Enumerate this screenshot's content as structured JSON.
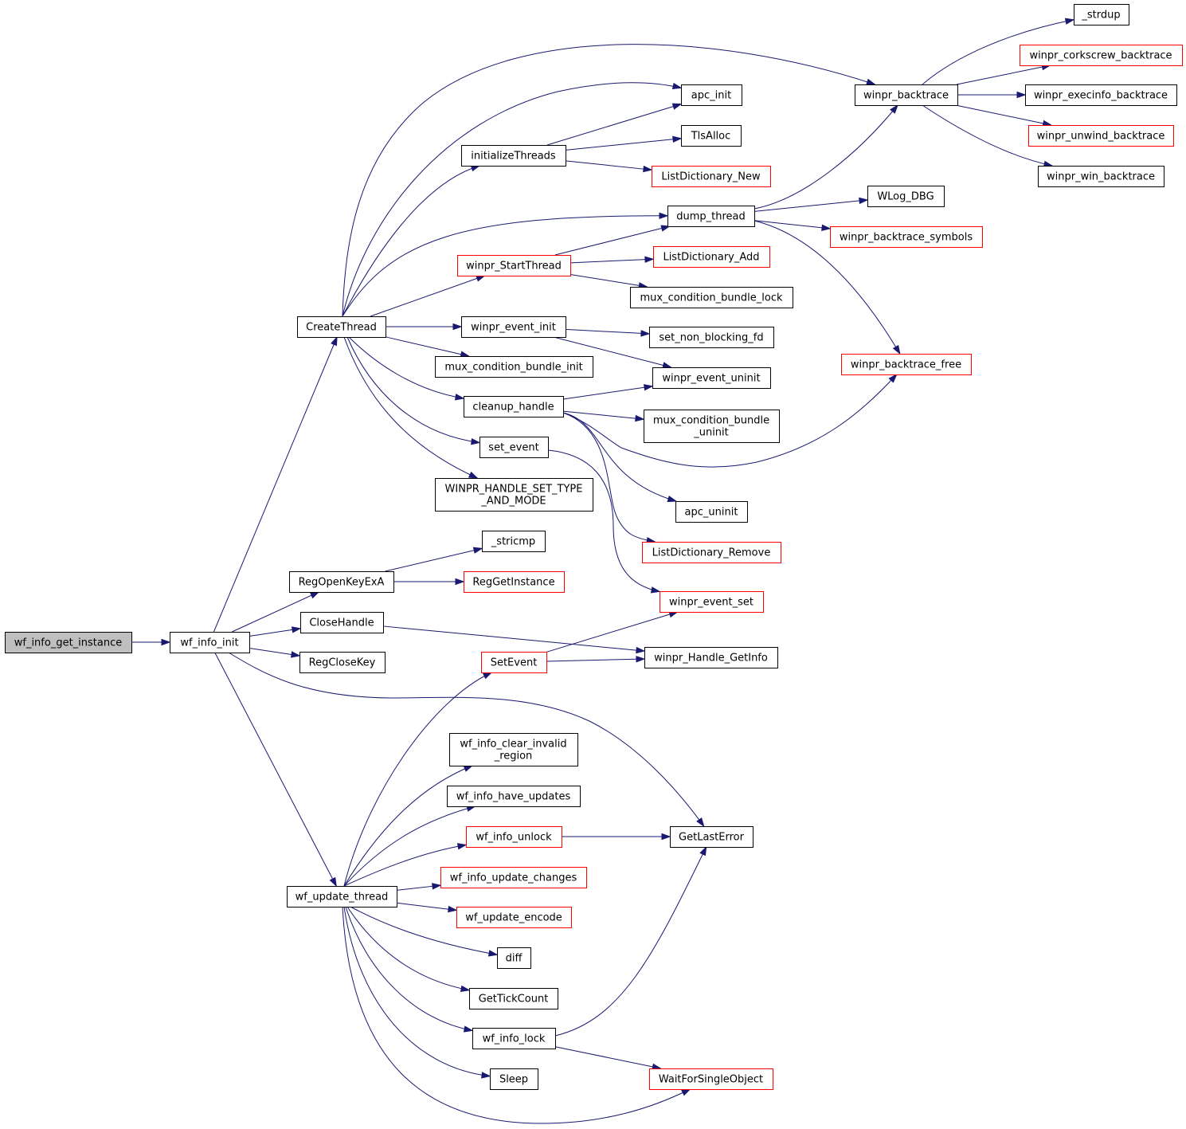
{
  "colors": {
    "edge": "#191970",
    "border_default": "#000000",
    "border_truncated": "#ff0000",
    "root_fill": "#bfbfbf",
    "node_fill": "#ffffff"
  },
  "nodes": {
    "wf_info_get_instance": {
      "lines": [
        "wf_info_get_instance"
      ],
      "style": "root"
    },
    "wf_info_init": {
      "lines": [
        "wf_info_init"
      ],
      "style": "normal"
    },
    "CreateThread": {
      "lines": [
        "CreateThread"
      ],
      "style": "normal"
    },
    "RegOpenKeyExA": {
      "lines": [
        "RegOpenKeyExA"
      ],
      "style": "normal"
    },
    "CloseHandle": {
      "lines": [
        "CloseHandle"
      ],
      "style": "normal"
    },
    "RegCloseKey": {
      "lines": [
        "RegCloseKey"
      ],
      "style": "normal"
    },
    "wf_update_thread": {
      "lines": [
        "wf_update_thread"
      ],
      "style": "normal"
    },
    "initializeThreads": {
      "lines": [
        "initializeThreads"
      ],
      "style": "normal"
    },
    "winpr_StartThread": {
      "lines": [
        "winpr_StartThread"
      ],
      "style": "truncated"
    },
    "winpr_event_init": {
      "lines": [
        "winpr_event_init"
      ],
      "style": "normal"
    },
    "mux_condition_bundle_init": {
      "lines": [
        "mux_condition_bundle_init"
      ],
      "style": "normal"
    },
    "cleanup_handle": {
      "lines": [
        "cleanup_handle"
      ],
      "style": "normal"
    },
    "set_event": {
      "lines": [
        "set_event"
      ],
      "style": "normal"
    },
    "WINPR_HANDLE_SET_TYPE": {
      "lines": [
        "WINPR_HANDLE_SET_TYPE",
        "_AND_MODE"
      ],
      "style": "normal"
    },
    "_stricmp": {
      "lines": [
        "_stricmp"
      ],
      "style": "normal"
    },
    "RegGetInstance": {
      "lines": [
        "RegGetInstance"
      ],
      "style": "truncated"
    },
    "SetEvent": {
      "lines": [
        "SetEvent"
      ],
      "style": "truncated"
    },
    "wf_info_clear_invalid": {
      "lines": [
        "wf_info_clear_invalid",
        "_region"
      ],
      "style": "normal"
    },
    "wf_info_have_updates": {
      "lines": [
        "wf_info_have_updates"
      ],
      "style": "normal"
    },
    "wf_info_unlock": {
      "lines": [
        "wf_info_unlock"
      ],
      "style": "truncated"
    },
    "wf_info_update_changes": {
      "lines": [
        "wf_info_update_changes"
      ],
      "style": "truncated"
    },
    "wf_update_encode": {
      "lines": [
        "wf_update_encode"
      ],
      "style": "truncated"
    },
    "diff": {
      "lines": [
        "diff"
      ],
      "style": "normal"
    },
    "GetTickCount": {
      "lines": [
        "GetTickCount"
      ],
      "style": "normal"
    },
    "wf_info_lock": {
      "lines": [
        "wf_info_lock"
      ],
      "style": "normal"
    },
    "Sleep": {
      "lines": [
        "Sleep"
      ],
      "style": "normal"
    },
    "apc_init": {
      "lines": [
        "apc_init"
      ],
      "style": "normal"
    },
    "TlsAlloc": {
      "lines": [
        "TlsAlloc"
      ],
      "style": "normal"
    },
    "ListDictionary_New": {
      "lines": [
        "ListDictionary_New"
      ],
      "style": "truncated"
    },
    "dump_thread": {
      "lines": [
        "dump_thread"
      ],
      "style": "normal"
    },
    "ListDictionary_Add": {
      "lines": [
        "ListDictionary_Add"
      ],
      "style": "truncated"
    },
    "mux_condition_bundle_lock": {
      "lines": [
        "mux_condition_bundle_lock"
      ],
      "style": "normal"
    },
    "set_non_blocking_fd": {
      "lines": [
        "set_non_blocking_fd"
      ],
      "style": "normal"
    },
    "winpr_event_uninit": {
      "lines": [
        "winpr_event_uninit"
      ],
      "style": "normal"
    },
    "mux_condition_bundle_uninit": {
      "lines": [
        "mux_condition_bundle",
        "_uninit"
      ],
      "style": "normal"
    },
    "apc_uninit": {
      "lines": [
        "apc_uninit"
      ],
      "style": "normal"
    },
    "ListDictionary_Remove": {
      "lines": [
        "ListDictionary_Remove"
      ],
      "style": "truncated"
    },
    "winpr_event_set": {
      "lines": [
        "winpr_event_set"
      ],
      "style": "truncated"
    },
    "winpr_Handle_GetInfo": {
      "lines": [
        "winpr_Handle_GetInfo"
      ],
      "style": "normal"
    },
    "GetLastError": {
      "lines": [
        "GetLastError"
      ],
      "style": "normal"
    },
    "WaitForSingleObject": {
      "lines": [
        "WaitForSingleObject"
      ],
      "style": "truncated"
    },
    "winpr_backtrace": {
      "lines": [
        "winpr_backtrace"
      ],
      "style": "normal"
    },
    "WLog_DBG": {
      "lines": [
        "WLog_DBG"
      ],
      "style": "normal"
    },
    "winpr_backtrace_symbols": {
      "lines": [
        "winpr_backtrace_symbols"
      ],
      "style": "truncated"
    },
    "winpr_backtrace_free": {
      "lines": [
        "winpr_backtrace_free"
      ],
      "style": "truncated"
    },
    "_strdup": {
      "lines": [
        "_strdup"
      ],
      "style": "normal"
    },
    "winpr_corkscrew_backtrace": {
      "lines": [
        "winpr_corkscrew_backtrace"
      ],
      "style": "truncated"
    },
    "winpr_execinfo_backtrace": {
      "lines": [
        "winpr_execinfo_backtrace"
      ],
      "style": "normal"
    },
    "winpr_unwind_backtrace": {
      "lines": [
        "winpr_unwind_backtrace"
      ],
      "style": "truncated"
    },
    "winpr_win_backtrace": {
      "lines": [
        "winpr_win_backtrace"
      ],
      "style": "normal"
    }
  },
  "edges": [
    [
      "wf_info_get_instance",
      "wf_info_init"
    ],
    [
      "wf_info_init",
      "CreateThread"
    ],
    [
      "wf_info_init",
      "RegOpenKeyExA"
    ],
    [
      "wf_info_init",
      "CloseHandle"
    ],
    [
      "wf_info_init",
      "RegCloseKey"
    ],
    [
      "wf_info_init",
      "wf_update_thread"
    ],
    [
      "wf_info_init",
      "GetLastError"
    ],
    [
      "CreateThread",
      "winpr_backtrace"
    ],
    [
      "CreateThread",
      "apc_init"
    ],
    [
      "CreateThread",
      "initializeThreads"
    ],
    [
      "CreateThread",
      "dump_thread"
    ],
    [
      "CreateThread",
      "winpr_StartThread"
    ],
    [
      "CreateThread",
      "winpr_event_init"
    ],
    [
      "CreateThread",
      "mux_condition_bundle_init"
    ],
    [
      "CreateThread",
      "cleanup_handle"
    ],
    [
      "CreateThread",
      "set_event"
    ],
    [
      "CreateThread",
      "WINPR_HANDLE_SET_TYPE"
    ],
    [
      "initializeThreads",
      "apc_init"
    ],
    [
      "initializeThreads",
      "TlsAlloc"
    ],
    [
      "initializeThreads",
      "ListDictionary_New"
    ],
    [
      "winpr_StartThread",
      "dump_thread"
    ],
    [
      "winpr_StartThread",
      "ListDictionary_Add"
    ],
    [
      "winpr_StartThread",
      "mux_condition_bundle_lock"
    ],
    [
      "winpr_event_init",
      "set_non_blocking_fd"
    ],
    [
      "winpr_event_init",
      "winpr_event_uninit"
    ],
    [
      "cleanup_handle",
      "winpr_event_uninit"
    ],
    [
      "cleanup_handle",
      "mux_condition_bundle_uninit"
    ],
    [
      "cleanup_handle",
      "winpr_backtrace_free"
    ],
    [
      "cleanup_handle",
      "apc_uninit"
    ],
    [
      "cleanup_handle",
      "ListDictionary_Remove"
    ],
    [
      "set_event",
      "winpr_event_set"
    ],
    [
      "RegOpenKeyExA",
      "_stricmp"
    ],
    [
      "RegOpenKeyExA",
      "RegGetInstance"
    ],
    [
      "CloseHandle",
      "winpr_Handle_GetInfo"
    ],
    [
      "SetEvent",
      "winpr_event_set"
    ],
    [
      "SetEvent",
      "winpr_Handle_GetInfo"
    ],
    [
      "wf_update_thread",
      "SetEvent"
    ],
    [
      "wf_update_thread",
      "wf_info_clear_invalid"
    ],
    [
      "wf_update_thread",
      "wf_info_have_updates"
    ],
    [
      "wf_update_thread",
      "wf_info_unlock"
    ],
    [
      "wf_update_thread",
      "wf_info_update_changes"
    ],
    [
      "wf_update_thread",
      "wf_update_encode"
    ],
    [
      "wf_update_thread",
      "diff"
    ],
    [
      "wf_update_thread",
      "GetTickCount"
    ],
    [
      "wf_update_thread",
      "wf_info_lock"
    ],
    [
      "wf_update_thread",
      "Sleep"
    ],
    [
      "wf_update_thread",
      "WaitForSingleObject"
    ],
    [
      "wf_info_unlock",
      "GetLastError"
    ],
    [
      "wf_info_lock",
      "GetLastError"
    ],
    [
      "wf_info_lock",
      "WaitForSingleObject"
    ],
    [
      "dump_thread",
      "winpr_backtrace"
    ],
    [
      "dump_thread",
      "WLog_DBG"
    ],
    [
      "dump_thread",
      "winpr_backtrace_symbols"
    ],
    [
      "dump_thread",
      "winpr_backtrace_free"
    ],
    [
      "winpr_backtrace",
      "_strdup"
    ],
    [
      "winpr_backtrace",
      "winpr_corkscrew_backtrace"
    ],
    [
      "winpr_backtrace",
      "winpr_execinfo_backtrace"
    ],
    [
      "winpr_backtrace",
      "winpr_unwind_backtrace"
    ],
    [
      "winpr_backtrace",
      "winpr_win_backtrace"
    ]
  ]
}
